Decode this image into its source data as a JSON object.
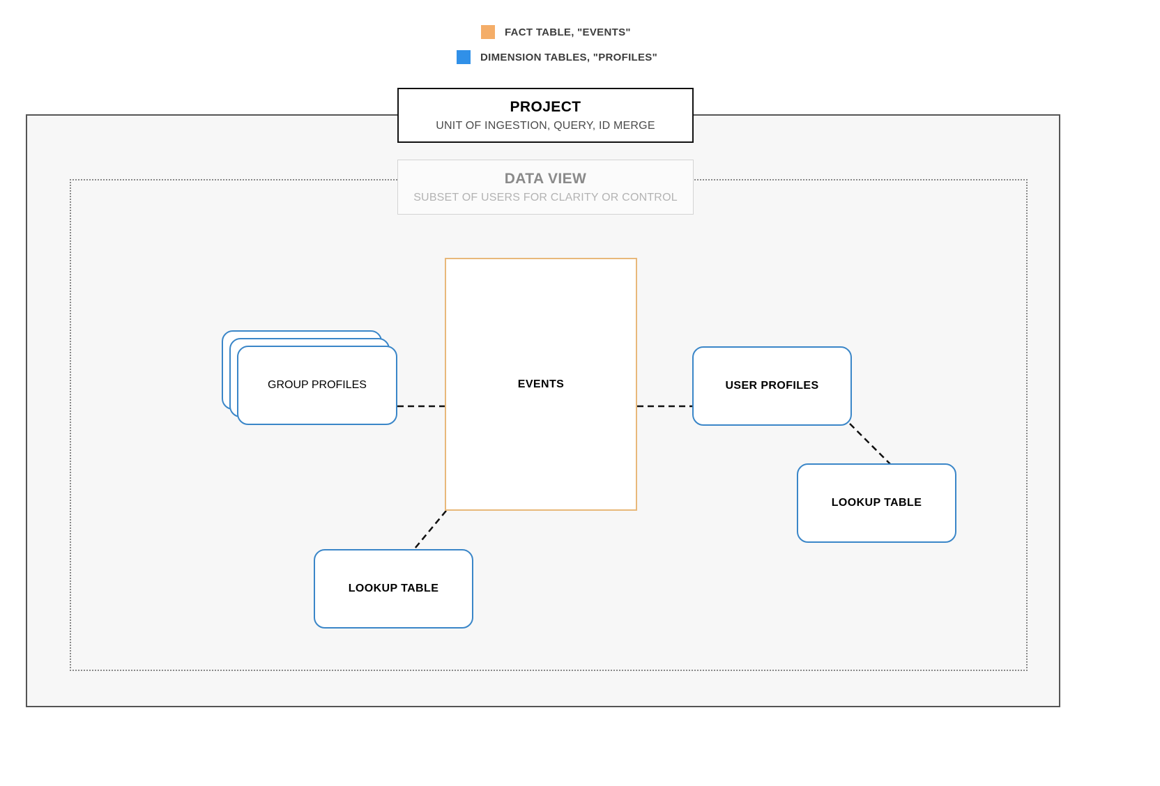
{
  "legend": {
    "items": [
      {
        "id": "fact-table",
        "label": "FACT TABLE, \"EVENTS\"",
        "swatch_icon": "square-swatch-icon",
        "color": "#f4ad68"
      },
      {
        "id": "dimension-tables",
        "label": "DIMENSION TABLES, \"PROFILES\"",
        "swatch_icon": "square-swatch-icon",
        "color": "#3090e8"
      }
    ]
  },
  "project": {
    "title": "PROJECT",
    "subtitle": "UNIT OF INGESTION, QUERY, ID MERGE",
    "border_color": "#111111"
  },
  "data_view": {
    "title": "DATA VIEW",
    "subtitle": "SUBSET OF USERS FOR CLARITY OR CONTROL",
    "border_color": "#d4d4d4",
    "frame_border_color": "#888888"
  },
  "nodes": {
    "events": {
      "label": "EVENTS",
      "type": "fact-table",
      "border_color": "#e8b87a"
    },
    "group_profiles": {
      "label": "GROUP PROFILES",
      "type": "dimension-table",
      "stacked": true,
      "stack_count": 3,
      "border_color": "#3a86c8"
    },
    "user_profiles": {
      "label": "USER PROFILES",
      "type": "dimension-table",
      "border_color": "#3a86c8"
    },
    "lookup_table_left": {
      "label": "LOOKUP TABLE",
      "type": "dimension-table",
      "border_color": "#3a86c8"
    },
    "lookup_table_right": {
      "label": "LOOKUP TABLE",
      "type": "dimension-table",
      "border_color": "#3a86c8"
    }
  },
  "connectors": {
    "style": "dashed",
    "color": "#111111",
    "links": [
      {
        "from": "group_profiles",
        "to": "events"
      },
      {
        "from": "events",
        "to": "user_profiles"
      },
      {
        "from": "user_profiles",
        "to": "lookup_table_right"
      },
      {
        "from": "events",
        "to": "lookup_table_left"
      }
    ]
  },
  "frame": {
    "background": "#f7f7f7",
    "border_color": "#555555"
  }
}
